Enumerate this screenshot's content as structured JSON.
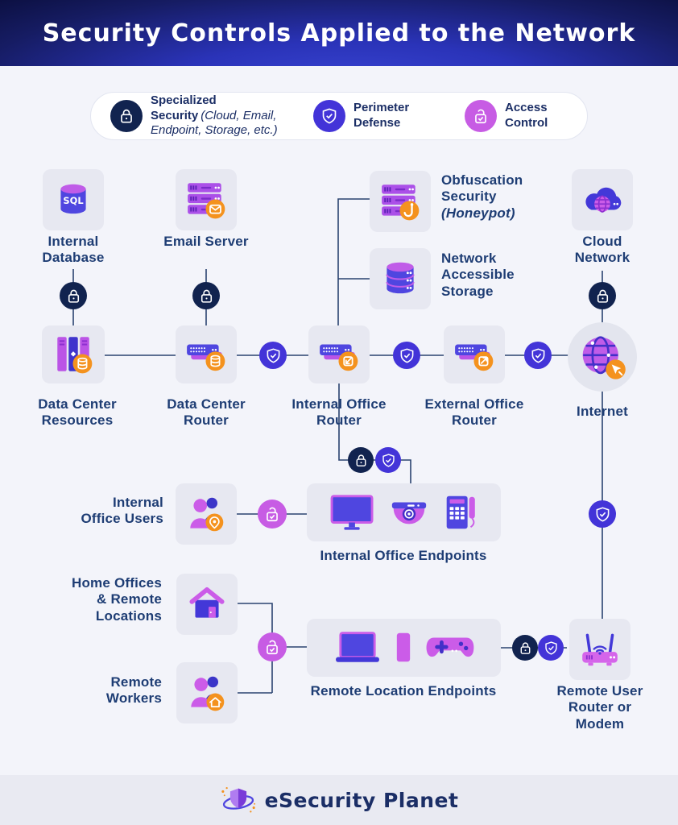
{
  "header": {
    "title": "Security Controls Applied to the Network"
  },
  "legend": {
    "specialized": {
      "label": "Specialized Security",
      "qualifier": "(Cloud, Email, Endpoint, Storage, etc.)",
      "icon": "lock-icon",
      "color": "#11234f"
    },
    "perimeter": {
      "label": "Perimeter Defense",
      "icon": "shield-check-icon",
      "color": "#4334d8"
    },
    "access": {
      "label": "Access Control",
      "icon": "unlock-check-icon",
      "color": "#c75ce4"
    }
  },
  "nodes": {
    "internal_database": "Internal Database",
    "email_server": "Email Server",
    "obfuscation_security": "Obfuscation Security",
    "obfuscation_qualifier": "(Honeypot)",
    "network_storage": "Network Accessible Storage",
    "cloud_network": "Cloud Network",
    "data_center_resources": "Data Center Resources",
    "data_center_router": "Data Center Router",
    "internal_office_router": "Internal Office Router",
    "external_office_router": "External Office Router",
    "internet": "Internet",
    "internal_office_users": "Internal Office Users",
    "internal_office_endpoints": "Internal Office Endpoints",
    "home_offices": "Home Offices & Remote Locations",
    "remote_workers": "Remote Workers",
    "remote_location_endpoints": "Remote Location Endpoints",
    "remote_user_router": "Remote User Router or Modem"
  },
  "icons": {
    "specialized_security": "lock-icon",
    "perimeter_defense": "shield-check-icon",
    "access_control": "unlock-check-icon",
    "internal_database": "sql-database-icon",
    "email_server": "mail-server-icon",
    "obfuscation_security": "hook-server-icon",
    "network_storage": "database-cylinder-icon",
    "cloud_network": "cloud-globe-icon",
    "data_center_resources": "server-rack-icon",
    "data_center_router": "router-database-icon",
    "internal_office_router": "router-import-icon",
    "external_office_router": "router-export-icon",
    "internet": "globe-cursor-icon",
    "internal_office_users": "users-pin-icon",
    "internal_office_endpoints": [
      "monitor-icon",
      "security-camera-icon",
      "desk-phone-icon"
    ],
    "home_offices": "house-icon",
    "remote_workers": "users-home-icon",
    "remote_location_endpoints": [
      "laptop-icon",
      "smartphone-icon",
      "gamepad-icon"
    ],
    "remote_user_router": "wifi-router-icon",
    "brand": "shield-orbit-logo-icon"
  },
  "colors": {
    "header_blue": "#2a33b8",
    "header_dark": "#0c1042",
    "page_bg": "#f3f4fa",
    "card_bg": "#e7e8f1",
    "label_text": "#1e3d74",
    "connector_line": "#2a4370",
    "navy_badge": "#11234f",
    "shield_badge": "#4334d8",
    "access_badge": "#c75ce4",
    "orange_badge": "#f4921e",
    "icon_purple": "#4f46e0",
    "icon_magenta": "#bb54e6",
    "footer_bg": "#e9eaf2"
  },
  "footer": {
    "brand": "eSecurity Planet"
  }
}
